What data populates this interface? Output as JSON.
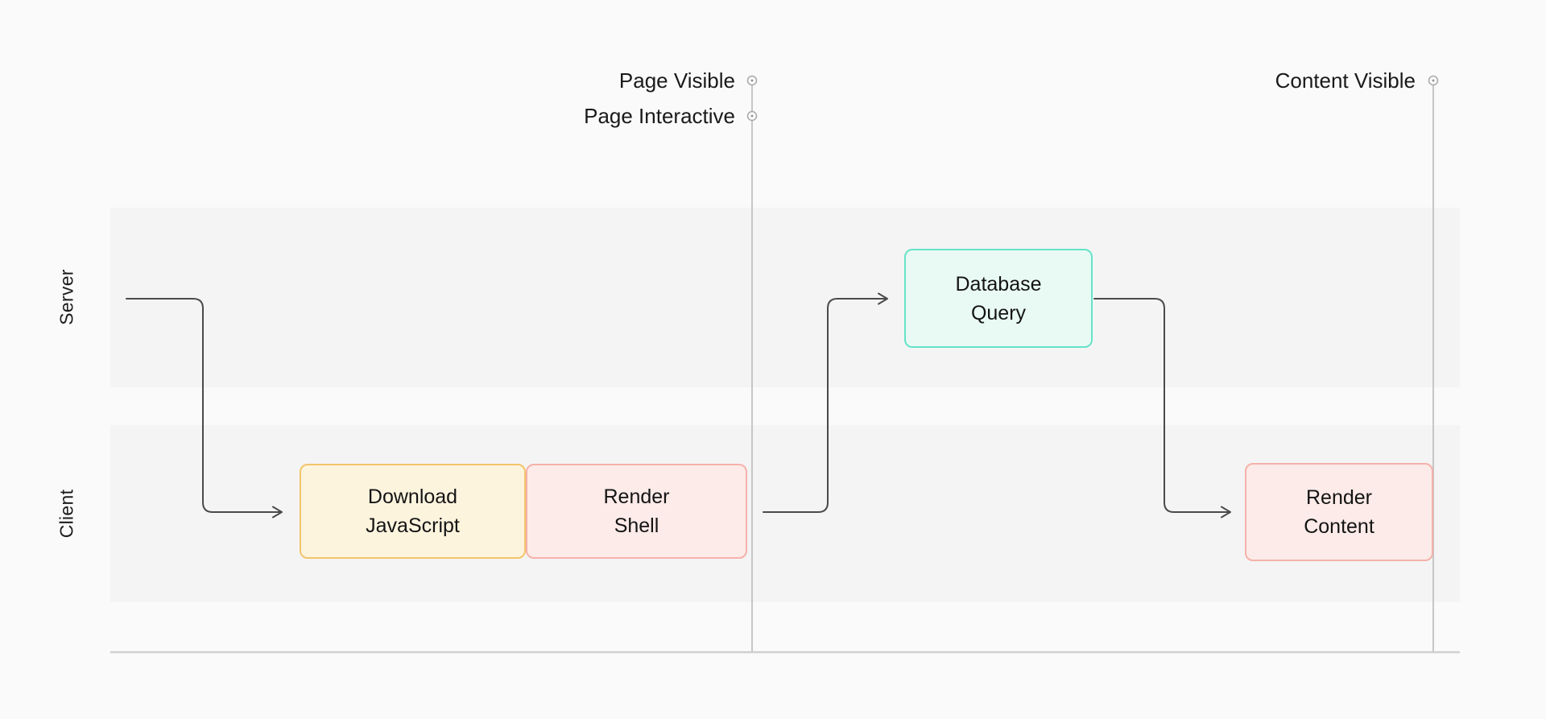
{
  "diagram": {
    "lanes": [
      {
        "label": "Server"
      },
      {
        "label": "Client"
      }
    ],
    "milestones": [
      {
        "label": "Page Visible"
      },
      {
        "label": "Page Interactive"
      },
      {
        "label": "Content Visible"
      }
    ],
    "nodes": [
      {
        "id": "download-javascript",
        "label": "Download\nJavaScript",
        "lane": "Client",
        "fill": "#fdf4de",
        "border": "#f3c46b"
      },
      {
        "id": "render-shell",
        "label": "Render\nShell",
        "lane": "Client",
        "fill": "#fcebe8",
        "border": "#f5b1aa"
      },
      {
        "id": "database-query",
        "label": "Database\nQuery",
        "lane": "Server",
        "fill": "#e9faf4",
        "border": "#66e3c8"
      },
      {
        "id": "render-content",
        "label": "Render\nContent",
        "lane": "Client",
        "fill": "#fcebe8",
        "border": "#f5b1aa"
      }
    ],
    "colors": {
      "background": "#fafafa",
      "lane_band": "#f4f4f4",
      "arrow": "#4a4a4a",
      "milestone_line": "#c6c6c6",
      "axis_line": "#cfcfcf",
      "marker_ring": "#a8a8a8",
      "text": "#1a1a1a"
    }
  }
}
